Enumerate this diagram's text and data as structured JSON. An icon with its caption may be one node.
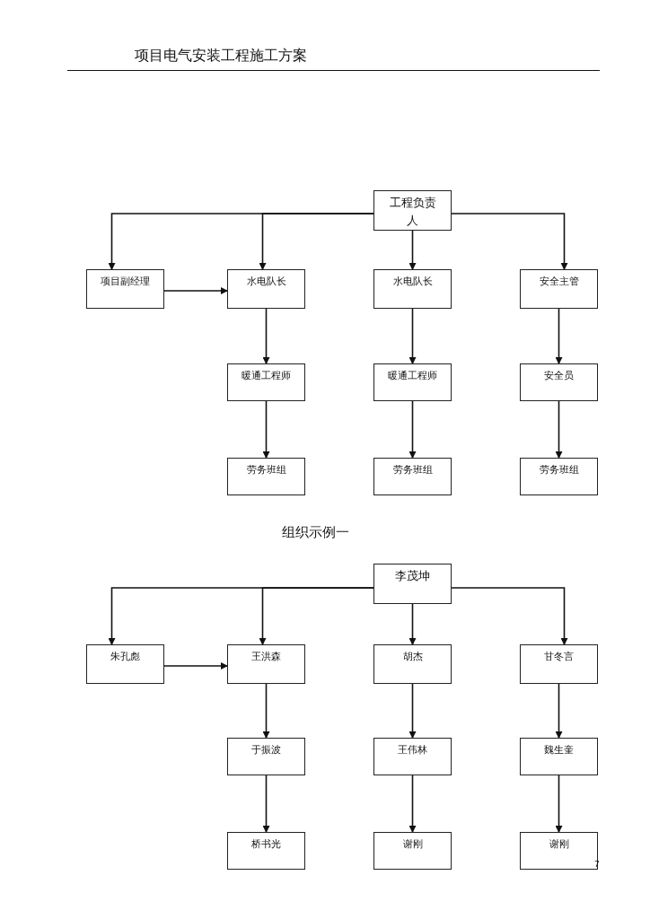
{
  "diagram": {
    "nodes": [
      {
        "text": [
          "工程负责人"
        ]
      },
      {
        "text": [
          "项目副经理"
        ]
      },
      {
        "text": [
          "水电队长"
        ]
      },
      {
        "text": [
          "水电队长"
        ]
      },
      {
        "text": [
          "安全主管"
        ]
      },
      {
        "text": [
          "暖通工程师"
        ]
      },
      {
        "text": [
          "暖通工程师"
        ]
      },
      {
        "text": [
          "安全员"
        ]
      },
      {
        "text": [
          "劳务班组"
        ]
      },
      {
        "text": [
          "劳务班组"
        ]
      },
      {
        "text": [
          "劳务班组"
        ]
      },
      {
        "text": [
          "李茂坤"
        ]
      },
      {
        "text": [
          "朱孔彪"
        ]
      },
      {
        "text": [
          "王洪森"
        ]
      },
      {
        "text": [
          "胡杰"
        ]
      },
      {
        "text": [
          "甘冬言"
        ]
      },
      {
        "text": [
          "于振波"
        ]
      },
      {
        "text": [
          "王伟林"
        ]
      },
      {
        "text": [
          "魏生奎"
        ]
      },
      {
        "text": [
          "桥书光"
        ]
      },
      {
        "text": [
          "谢刚"
        ]
      },
      {
        "text": [
          "谢刚"
        ]
      }
    ],
    "edges": [
      {
        "from": 0,
        "to": 1,
        "arrow": "to"
      },
      {
        "from": 0,
        "to": 2,
        "arrow": "to"
      },
      {
        "from": 0,
        "to": 3,
        "arrow": "to"
      },
      {
        "from": 0,
        "to": 4,
        "arrow": "to"
      },
      {
        "from": 1,
        "to": 2,
        "arrow": "to"
      },
      {
        "from": 2,
        "to": 5,
        "arrow": "to"
      },
      {
        "from": 3,
        "to": 6,
        "arrow": "to"
      },
      {
        "from": 4,
        "to": 7,
        "arrow": "to"
      },
      {
        "from": 5,
        "to": 8,
        "arrow": "to"
      },
      {
        "from": 6,
        "to": 9,
        "arrow": "to"
      },
      {
        "from": 7,
        "to": 10,
        "arrow": "to"
      },
      {
        "from": 11,
        "to": 12,
        "arrow": "to"
      },
      {
        "from": 11,
        "to": 13,
        "arrow": "to"
      },
      {
        "from": 11,
        "to": 14,
        "arrow": "to"
      },
      {
        "from": 11,
        "to": 15,
        "arrow": "to"
      },
      {
        "from": 12,
        "to": 13,
        "arrow": "to"
      },
      {
        "from": 13,
        "to": 16,
        "arrow": "to"
      },
      {
        "from": 14,
        "to": 17,
        "arrow": "to"
      },
      {
        "from": 15,
        "to": 18,
        "arrow": "to"
      },
      {
        "from": 16,
        "to": 19,
        "arrow": "to"
      },
      {
        "from": 17,
        "to": 20,
        "arrow": "to"
      },
      {
        "from": 18,
        "to": 21,
        "arrow": "to"
      }
    ],
    "labels": [
      "项目电气安装工程施工方案",
      "组织示例一",
      "7"
    ]
  }
}
